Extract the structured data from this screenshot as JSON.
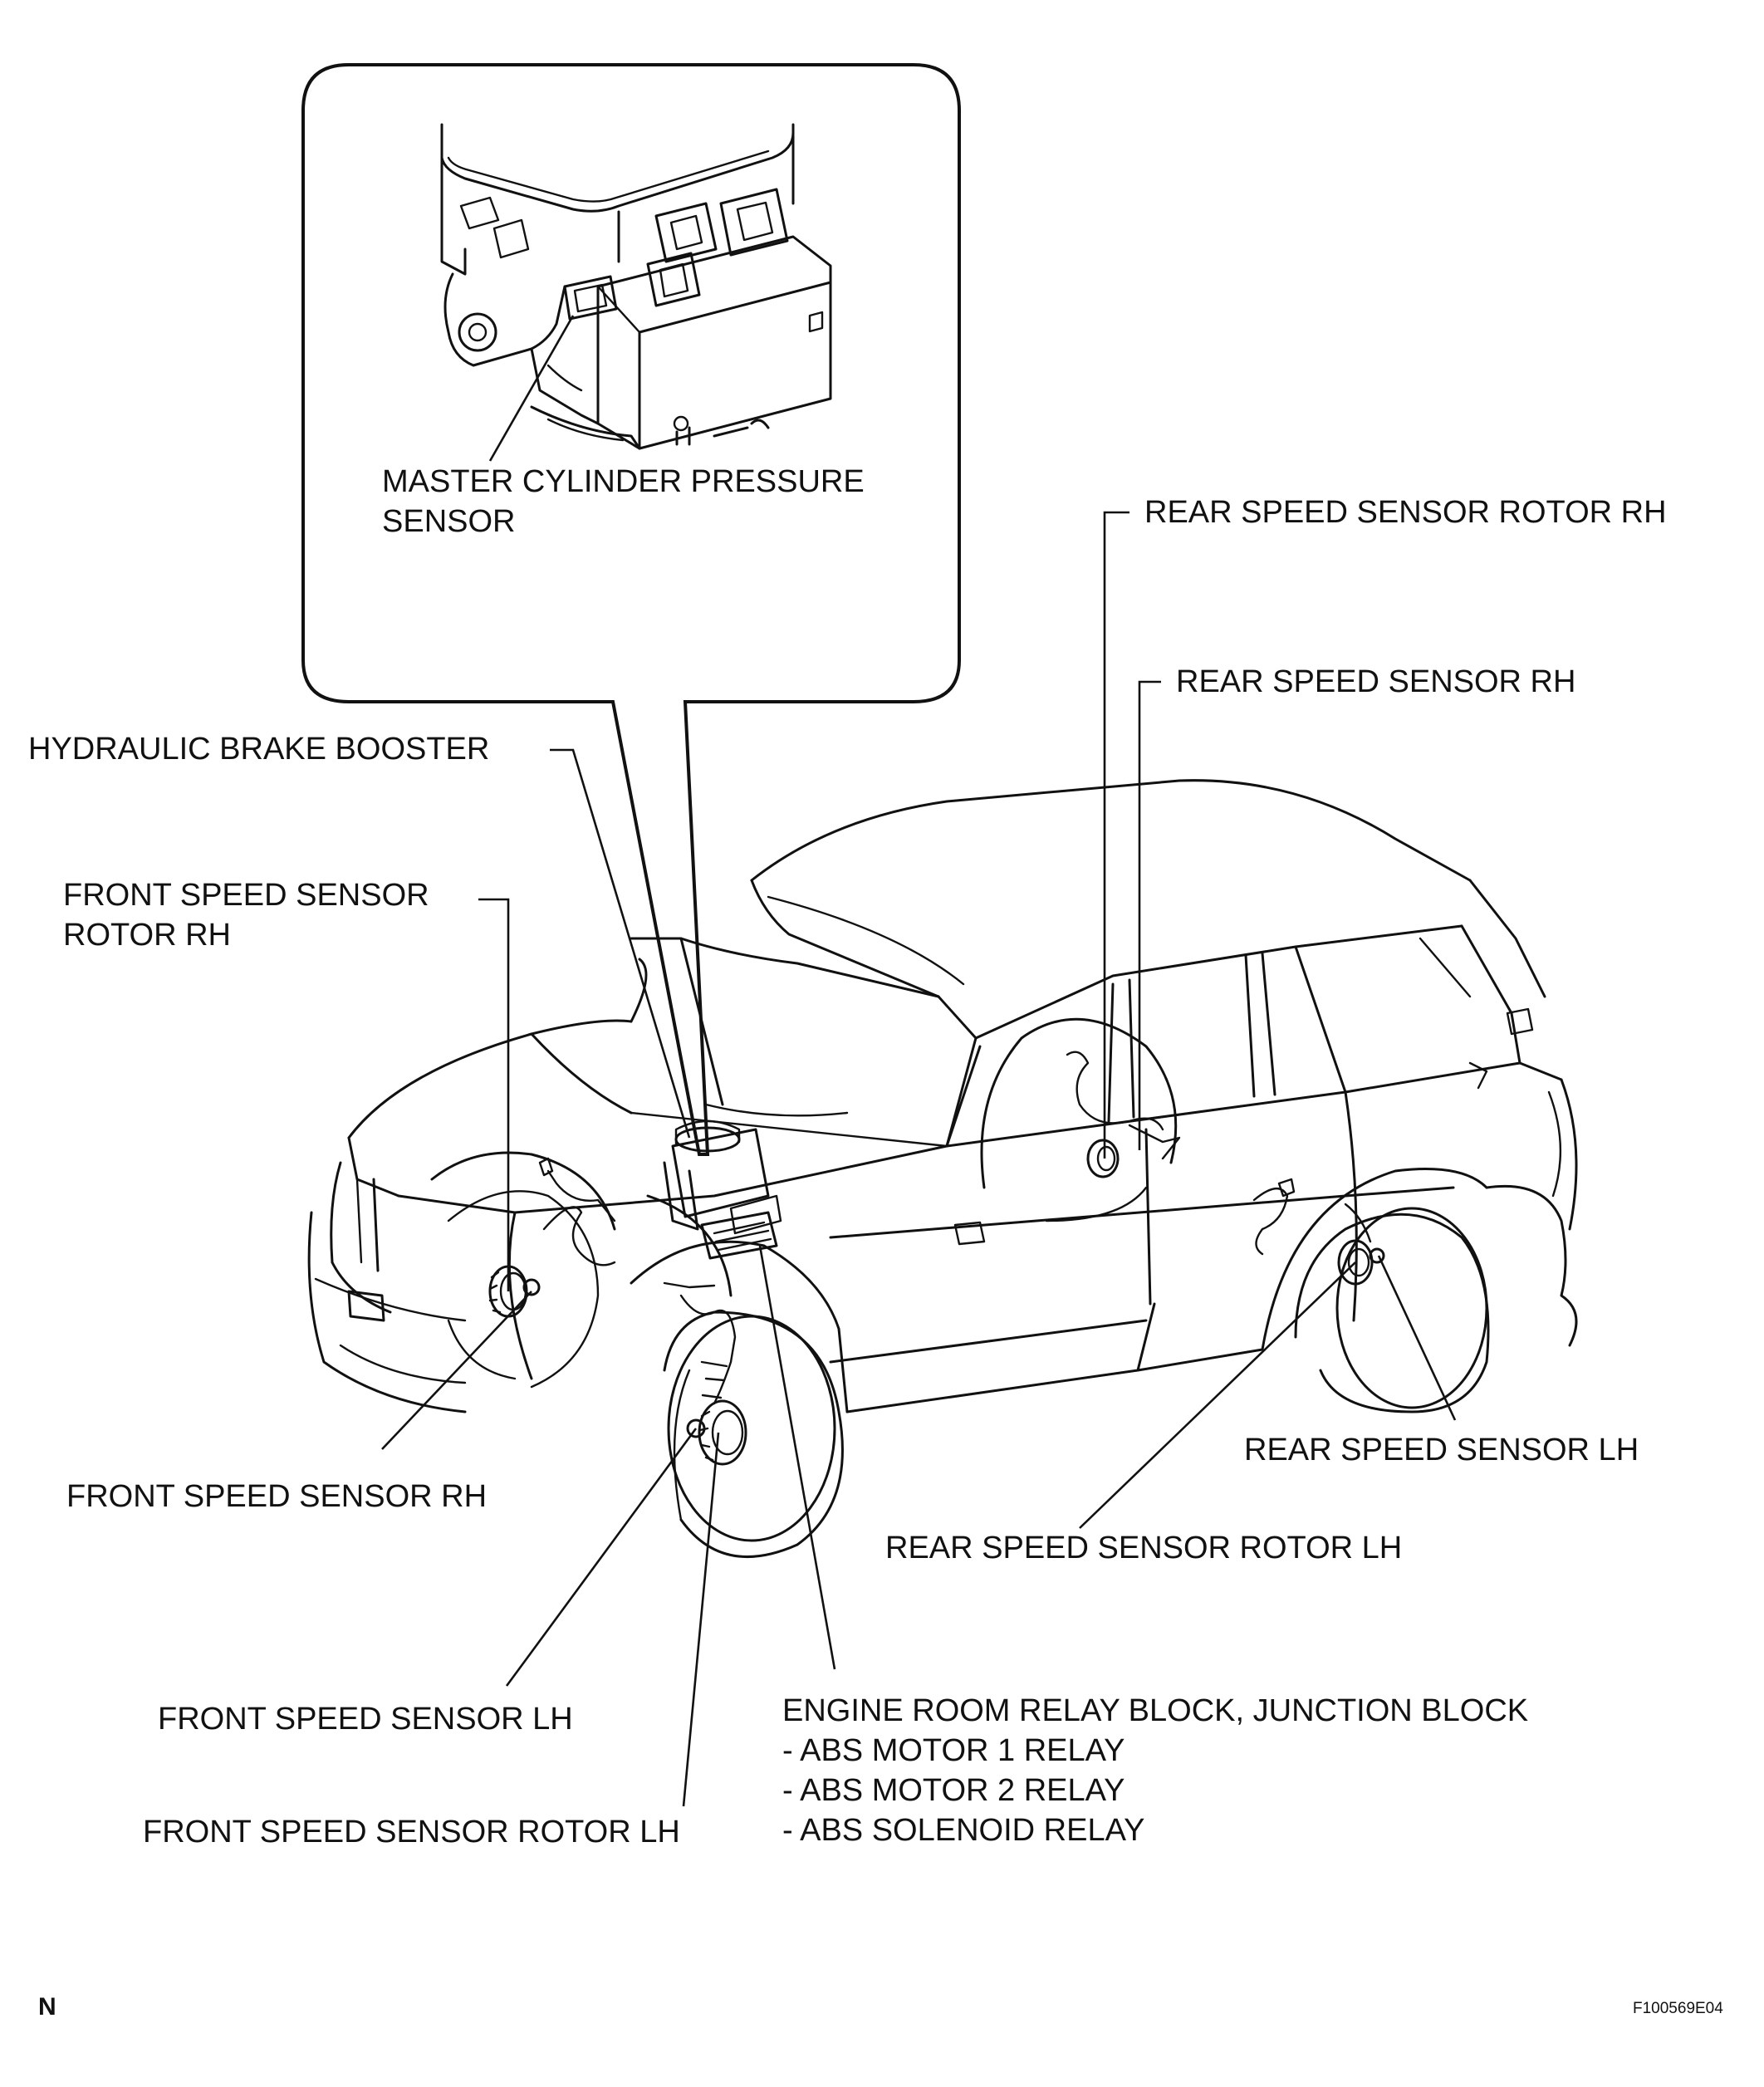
{
  "labels": {
    "master_cylinder_pressure_sensor_1": "MASTER CYLINDER PRESSURE",
    "master_cylinder_pressure_sensor_2": "SENSOR",
    "rear_speed_sensor_rotor_rh": "REAR SPEED SENSOR ROTOR RH",
    "rear_speed_sensor_rh": "REAR SPEED SENSOR RH",
    "hydraulic_brake_booster": "HYDRAULIC BRAKE BOOSTER",
    "front_speed_sensor_rotor_rh_1": "FRONT SPEED SENSOR",
    "front_speed_sensor_rotor_rh_2": "ROTOR RH",
    "front_speed_sensor_rh": "FRONT SPEED SENSOR RH",
    "rear_speed_sensor_lh": "REAR SPEED SENSOR LH",
    "rear_speed_sensor_rotor_lh": "REAR SPEED SENSOR ROTOR LH",
    "front_speed_sensor_lh": "FRONT SPEED SENSOR LH",
    "front_speed_sensor_rotor_lh": "FRONT SPEED SENSOR ROTOR LH",
    "relay_block_title": "ENGINE ROOM RELAY BLOCK, JUNCTION BLOCK",
    "relay_item_1": "- ABS MOTOR 1 RELAY",
    "relay_item_2": "- ABS MOTOR 2 RELAY",
    "relay_item_3": "- ABS SOLENOID RELAY"
  },
  "footer": {
    "corner_mark": "N",
    "figure_code": "F100569E04"
  }
}
